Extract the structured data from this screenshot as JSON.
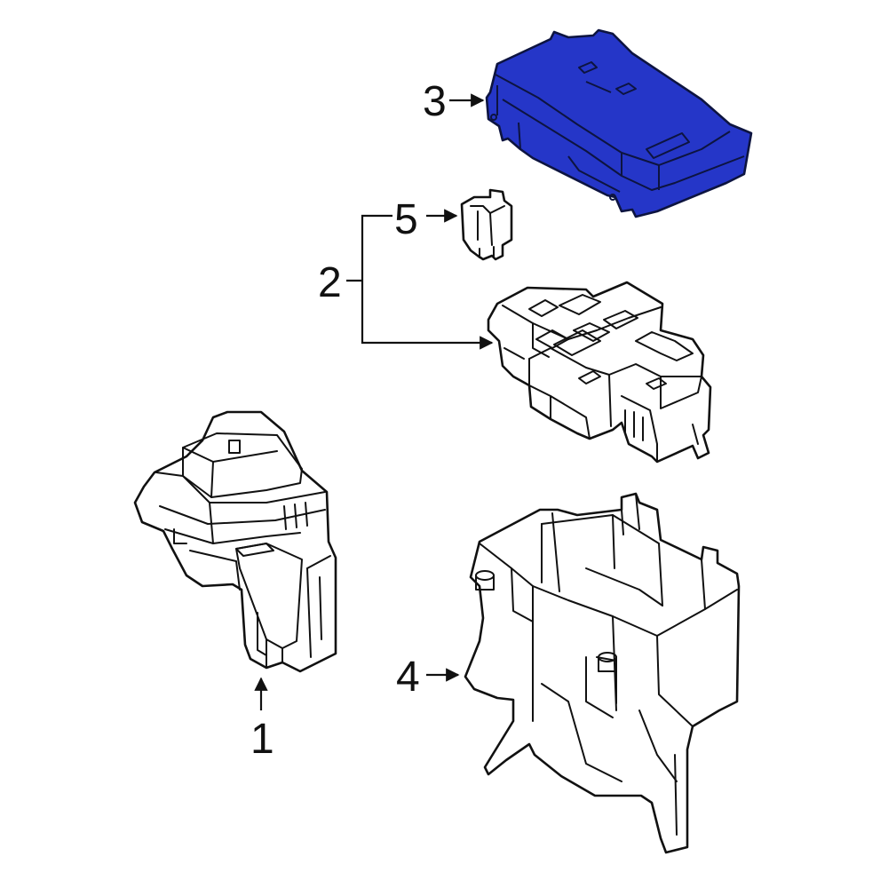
{
  "callouts": {
    "part_1": "1",
    "part_2": "2",
    "part_3": "3",
    "part_4": "4",
    "part_5": "5"
  },
  "colors": {
    "highlight": "#2536c8",
    "highlight_shade": "#1a27a0",
    "line": "#111111",
    "background": "#ffffff"
  }
}
